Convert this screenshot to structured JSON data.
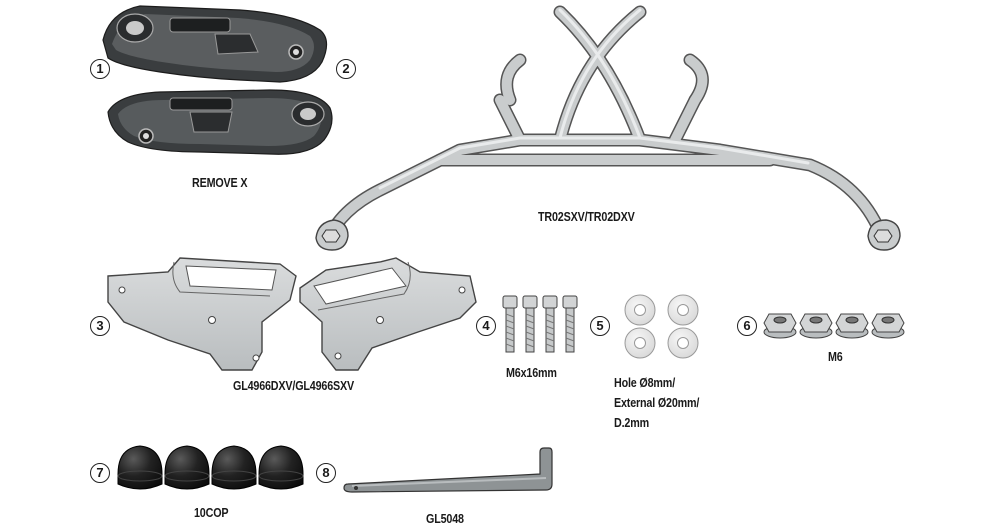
{
  "callouts": {
    "n1": "1",
    "n2": "2",
    "n3": "3",
    "n4": "4",
    "n5": "5",
    "n6": "6",
    "n7": "7",
    "n8": "8"
  },
  "labels": {
    "remove": "REMOVE X",
    "frame": "TR02SXV/TR02DXV",
    "plates": "GL4966DXV/GL4966SXV",
    "bolts": "M6x16mm",
    "washers_line1": "Hole Ø8mm/",
    "washers_line2": "External Ø20mm/",
    "washers_line3": "D.2mm",
    "nuts": "M6",
    "caps": "10COP",
    "wrench": "GL5048"
  },
  "colors": {
    "metal": "#c9cccd",
    "metal_dark": "#8e9395",
    "cover": "#3a3d3f",
    "cover_light": "#8a8d8f",
    "cap": "#1b1b1b",
    "washer": "#e7e7e7",
    "outline": "#333333"
  }
}
